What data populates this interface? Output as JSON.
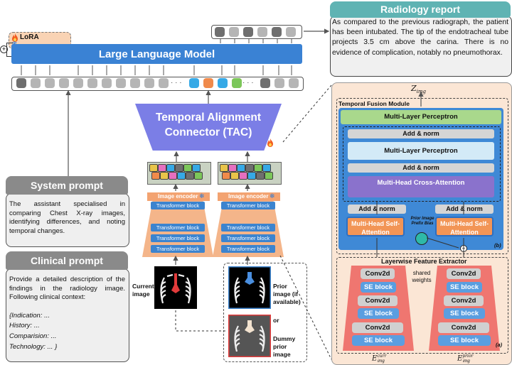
{
  "llm": {
    "title": "Large Language Model",
    "lora": "LoRA"
  },
  "report": {
    "title": "Radiology report",
    "text": "As compared to the previous radiograph, the patient has been intubated. The tip of the endotracheal tube projects 3.5 cm above the carina. There is no evidence of complication, notably no pneumothorax."
  },
  "tac": {
    "line1": "Temporal Alignment",
    "line2": "Connector (TAC)"
  },
  "system_prompt": {
    "title": "System prompt",
    "text": "The assistant specialised in comparing Chest X-ray images, identifying differences, and noting temporal changes."
  },
  "clinical_prompt": {
    "title": "Clinical prompt",
    "text": "Provide a detailed description of the findings in the radiology image. Following clinical context:",
    "fields": [
      "{Indication: ...",
      "History: ...",
      "Comparision: ...",
      "Technology: ... }"
    ]
  },
  "encoder": {
    "image_encoder": "Image encoder",
    "transformer_block": "Transformer block"
  },
  "images": {
    "current": "Current image",
    "prior": "Prior image (if available)",
    "or": "or",
    "dummy": "Dummy prior image"
  },
  "tfm": {
    "z_img": "Z",
    "z_sub": "img",
    "title": "Temporal Fusion Module",
    "mlp": "Multi-Layer Perceptron",
    "add_norm": "Add & norm",
    "cross_attention": "Multi-Head Cross-Attention",
    "self_attention": "Multi-Head Self-Attention",
    "prefix_bias": "Prior Image Prefix Bias",
    "tag_b": "(b)"
  },
  "lfe": {
    "title": "Layerwise Feature Extractor",
    "conv": "Conv2d",
    "se": "SE block",
    "shared": "shared weights",
    "tag_a": "(a)",
    "e_curr": "E",
    "e_curr_sup": "curr",
    "e_prior": "E",
    "e_prior_sup": "prior",
    "e_sub": "img"
  },
  "colors": {
    "teal": "#5fb3b3",
    "llm_blue": "#3a82d4",
    "tac_purple": "#7b7ee6",
    "tfm_blue": "#3f89d6",
    "lfe_red": "#ef7670",
    "peach": "#fbe6d5",
    "orange": "#f29556",
    "mlp_green": "#a9d88c",
    "purple": "#8a72cc"
  },
  "icons": [
    "fire-icon",
    "snowflake-icon",
    "plus-circle-icon"
  ]
}
